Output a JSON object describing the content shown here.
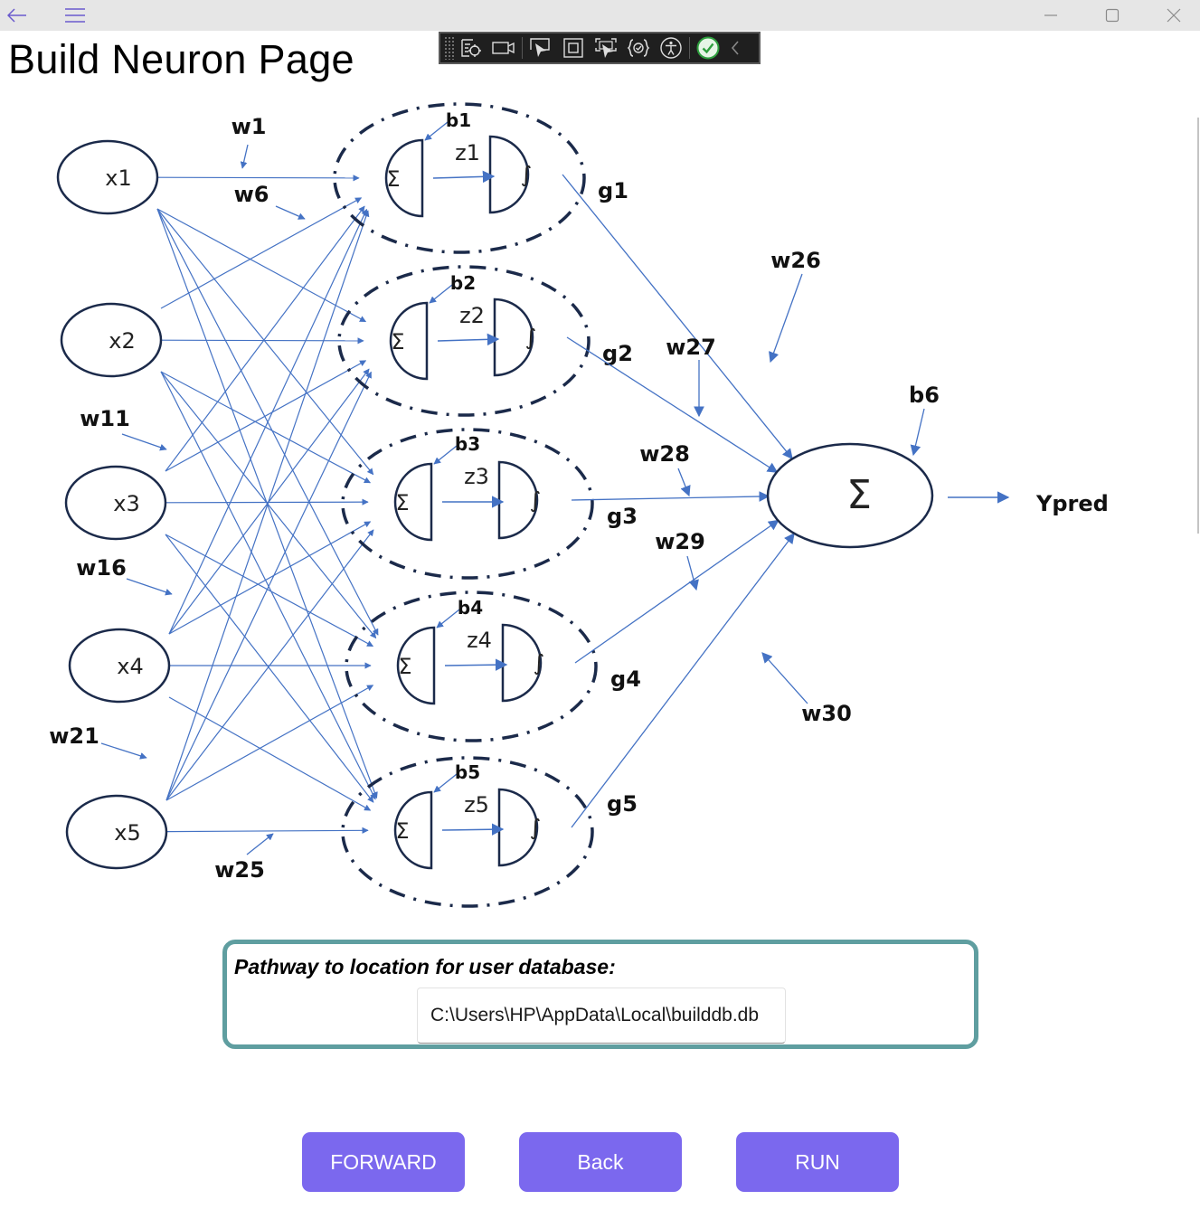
{
  "window": {
    "nav_back_icon": "arrow-left-icon",
    "menu_icon": "hamburger-menu-icon",
    "controls": [
      "minimize-icon",
      "maximize-icon",
      "close-icon"
    ],
    "accent_color": "#6a5acd"
  },
  "page": {
    "title": "Build Neuron Page"
  },
  "dev_toolbar": {
    "tools": [
      "select-element-icon",
      "video-record-icon",
      "pointer-select-icon",
      "display-layout-adorners-icon",
      "track-focused-element-icon",
      "binding-failures-icon",
      "accessibility-icon",
      "checkmark-success-icon",
      "collapse-chevron-icon"
    ],
    "success_color": "#2e9e3e"
  },
  "diagram": {
    "inputs": [
      "x1",
      "x2",
      "x3",
      "x4",
      "x5"
    ],
    "hidden_units": [
      {
        "bias": "b1",
        "z": "z1",
        "g": "g1"
      },
      {
        "bias": "b2",
        "z": "z2",
        "g": "g2"
      },
      {
        "bias": "b3",
        "z": "z3",
        "g": "g3"
      },
      {
        "bias": "b4",
        "z": "z4",
        "g": "g4"
      },
      {
        "bias": "b5",
        "z": "z5",
        "g": "g5"
      }
    ],
    "input_weight_labels": [
      "w1",
      "w6",
      "w11",
      "w16",
      "w21",
      "w25"
    ],
    "output_weight_labels": [
      "w26",
      "w27",
      "w28",
      "w29",
      "w30"
    ],
    "output_bias": "b6",
    "sum_symbol": "Σ",
    "activation_symbol": "∫",
    "output_label": "Ypred",
    "line_color": "#4472c4",
    "node_stroke_color": "#1b2a4a"
  },
  "database": {
    "label": "Pathway to location for user database:",
    "path_value": "C:\\Users\\HP\\AppData\\Local\\builddb.db",
    "border_color": "#5f9ea0"
  },
  "buttons": {
    "forward": "FORWARD",
    "back": "Back",
    "run": "RUN",
    "color": "#7b68ee"
  }
}
